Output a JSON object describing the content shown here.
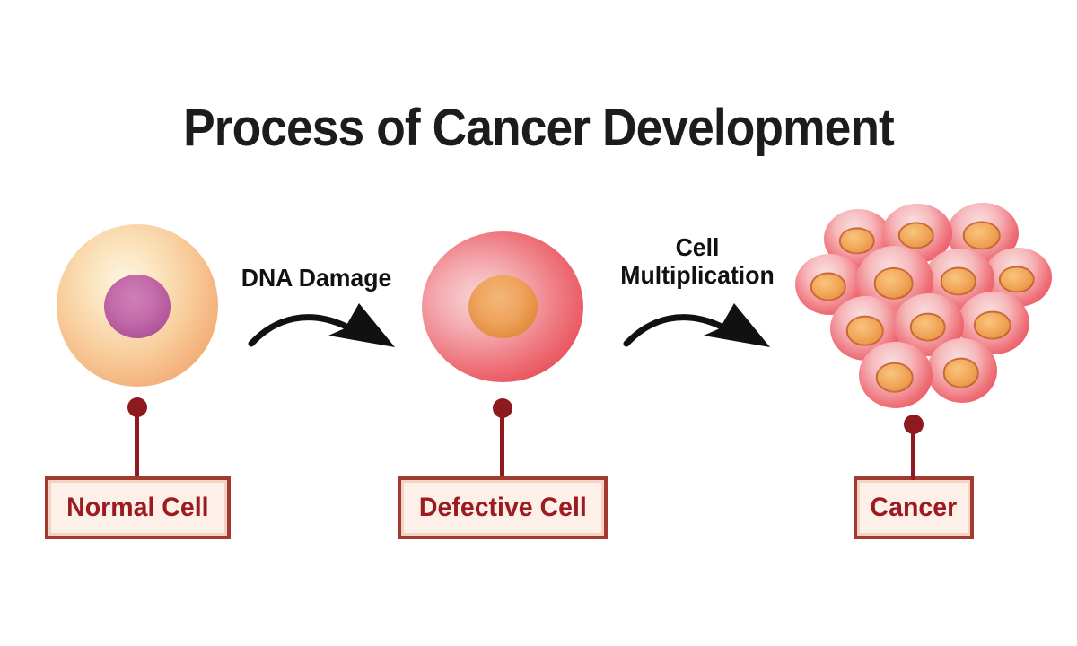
{
  "title": "Process of Cancer Development",
  "stages": [
    {
      "name": "normal-cell",
      "caption": "Normal Cell"
    },
    {
      "name": "defective-cell",
      "caption": "Defective Cell"
    },
    {
      "name": "cancer",
      "caption": "Cancer"
    }
  ],
  "transitions": [
    {
      "label": "DNA Damage"
    },
    {
      "label": "Cell Multiplication"
    }
  ],
  "colors": {
    "background": "#ffffff",
    "title_text": "#1c1c1e",
    "annotation_text": "#111111",
    "caption_text": "#9c1b20",
    "box_border": "#a33a31",
    "box_fill": "#fdf0e8",
    "box_inner_edge": "#f5d2c3",
    "pin": "#8e191e",
    "normal_cell_body": "#ef9f64",
    "normal_cell_nucleus": "#a84b92",
    "defective_cell_body": "#e63f4c",
    "defective_cell_nucleus": "#dd8338",
    "cancer_cell_body": "#e7434f",
    "cancer_cell_nucleus": "#f2a85c"
  }
}
